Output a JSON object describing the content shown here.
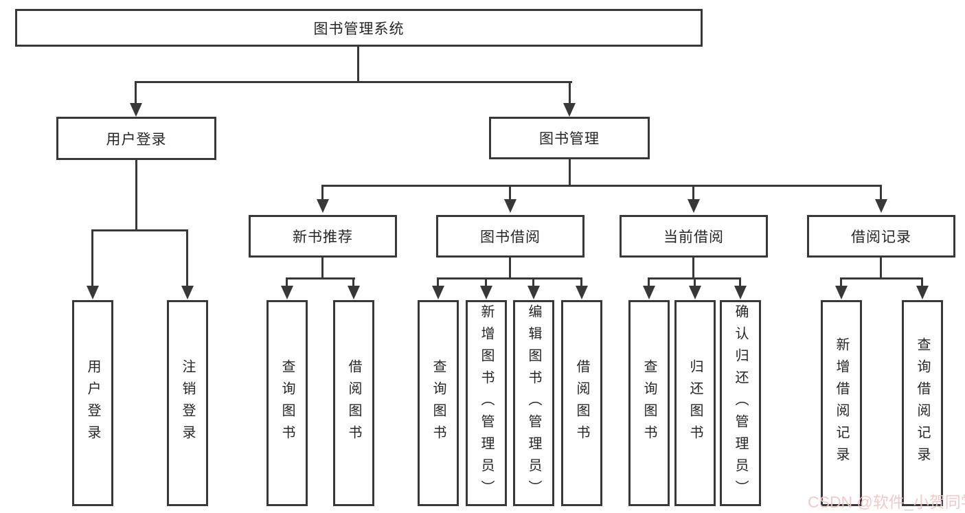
{
  "tree": {
    "root": {
      "label": "图书管理系统",
      "children": [
        {
          "label": "用户登录",
          "children": [
            {
              "label": "用户登录"
            },
            {
              "label": "注销登录"
            }
          ]
        },
        {
          "label": "图书管理",
          "children": [
            {
              "label": "新书推荐",
              "children": [
                {
                  "label": "查询图书"
                },
                {
                  "label": "借阅图书"
                }
              ]
            },
            {
              "label": "图书借阅",
              "children": [
                {
                  "label": "查询图书"
                },
                {
                  "label": "新增图书（管理员）"
                },
                {
                  "label": "编辑图书（管理员）"
                },
                {
                  "label": "借阅图书"
                }
              ]
            },
            {
              "label": "当前借阅",
              "children": [
                {
                  "label": "查询图书"
                },
                {
                  "label": "归还图书"
                },
                {
                  "label": "确认归还（管理员）"
                }
              ]
            },
            {
              "label": "借阅记录",
              "children": [
                {
                  "label": "新增借阅记录"
                },
                {
                  "label": "查询借阅记录"
                }
              ]
            }
          ]
        }
      ]
    }
  },
  "watermark": {
    "text": "CSDN @软件_小贺同学"
  },
  "colors": {
    "line": "#383838",
    "text": "#262626",
    "background": "#ffffff",
    "watermark": "#eec6c6"
  }
}
